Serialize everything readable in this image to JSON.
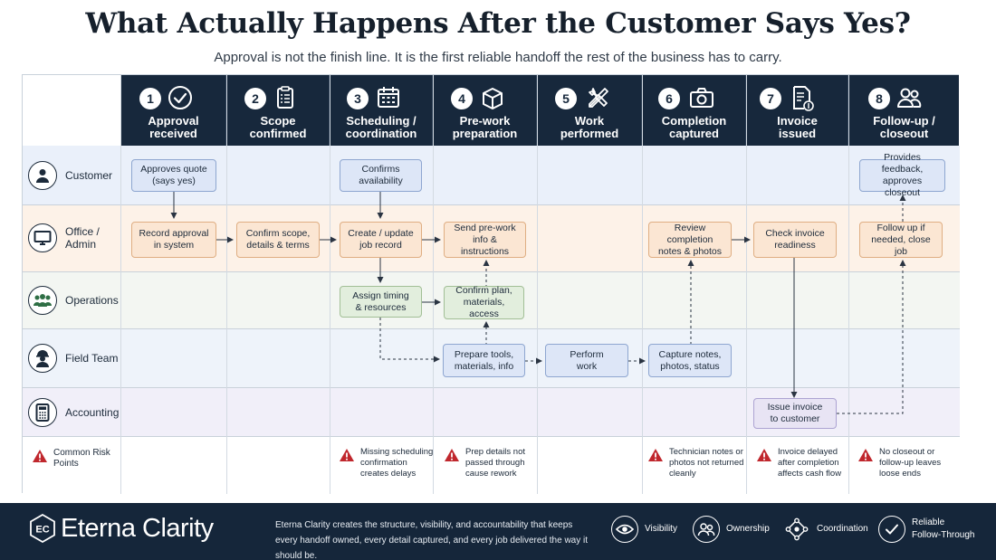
{
  "title": "What Actually Happens After the Customer Says Yes?",
  "subtitle": "Approval is not the finish line. It is the first reliable handoff the rest of the business has to carry.",
  "phases": [
    {
      "number": "1",
      "label": "Approval\nreceived",
      "icon": "check-circle-icon"
    },
    {
      "number": "2",
      "label": "Scope\nconfirmed",
      "icon": "clipboard-icon"
    },
    {
      "number": "3",
      "label": "Scheduling /\ncoordination",
      "icon": "calendar-icon"
    },
    {
      "number": "4",
      "label": "Pre-work\npreparation",
      "icon": "box-icon"
    },
    {
      "number": "5",
      "label": "Work\nperformed",
      "icon": "tools-icon"
    },
    {
      "number": "6",
      "label": "Completion\ncaptured",
      "icon": "camera-icon"
    },
    {
      "number": "7",
      "label": "Invoice\nissued",
      "icon": "invoice-icon"
    },
    {
      "number": "8",
      "label": "Follow-up /\ncloseout",
      "icon": "people-icon"
    }
  ],
  "roles": [
    {
      "label": "Customer",
      "icon": "user-icon"
    },
    {
      "label": "Office /\nAdmin",
      "icon": "monitor-icon"
    },
    {
      "label": "Operations",
      "icon": "team-icon"
    },
    {
      "label": "Field Team",
      "icon": "worker-icon"
    },
    {
      "label": "Accounting",
      "icon": "calculator-icon"
    }
  ],
  "cards": {
    "approves_quote": "Approves quote\n(says yes)",
    "confirms_availability": "Confirms\navailability",
    "provides_feedback": "Provides feedback,\napproves closeout",
    "record_approval": "Record approval\nin system",
    "confirm_scope": "Confirm scope,\ndetails & terms",
    "create_job": "Create / update\njob record",
    "send_prework": "Send pre-work\ninfo & instructions",
    "review_completion": "Review completion\nnotes & photos",
    "check_invoice": "Check invoice\nreadiness",
    "follow_up": "Follow up if\nneeded, close job",
    "assign_timing": "Assign timing\n& resources",
    "confirm_plan": "Confirm plan,\nmaterials, access",
    "prepare_tools": "Prepare tools,\nmaterials, info",
    "perform_work": "Perform\nwork",
    "capture_notes": "Capture notes,\nphotos, status",
    "issue_invoice": "Issue invoice\nto customer"
  },
  "risks": {
    "heading": "Common Risk\nPoints",
    "items": [
      "Missing scheduling\nconfirmation\ncreates delays",
      "Prep details not\npassed through\ncause rework",
      "Technician notes or\nphotos not returned\ncleanly",
      "Invoice delayed\nafter completion\naffects cash flow",
      "No closeout or\nfollow-up leaves\nloose ends"
    ]
  },
  "footer": {
    "brand": "Eterna Clarity",
    "brand_mark": "EC",
    "text": "Eterna Clarity creates the structure, visibility, and accountability that keeps every handoff owned, every detail captured, and every job delivered the way it should be.",
    "features": [
      {
        "label": "Visibility",
        "icon": "eye-icon"
      },
      {
        "label": "Ownership",
        "icon": "people-icon"
      },
      {
        "label": "Coordination",
        "icon": "network-icon"
      },
      {
        "label": "Reliable\nFollow-Through",
        "icon": "check-circle-icon"
      }
    ]
  },
  "colors": {
    "header_bg": "#17283c",
    "customer_lane": "#eaf0fa",
    "office_lane": "#fdf2e8",
    "operations_lane": "#f3f6f2",
    "field_lane": "#eef3fa",
    "accounting_lane": "#f1eff9",
    "risk_red": "#c0272d"
  }
}
